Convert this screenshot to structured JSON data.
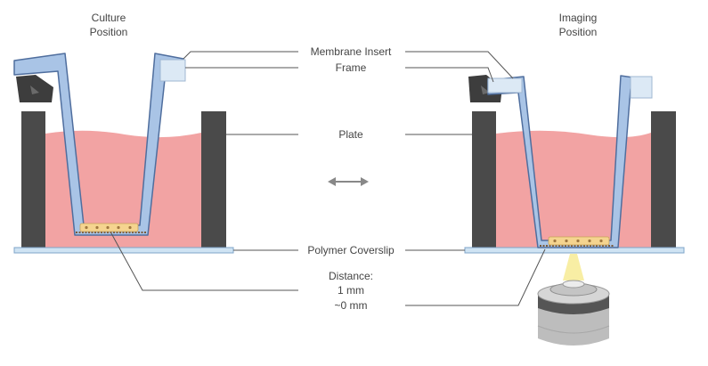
{
  "diagram": {
    "left_title_line1": "Culture",
    "left_title_line2": "Position",
    "right_title_line1": "Imaging",
    "right_title_line2": "Position",
    "label_membrane_insert": "Membrane Insert",
    "label_frame": "Frame",
    "label_plate": "Plate",
    "label_polymer_coverslip": "Polymer Coverslip",
    "label_distance": "Distance:",
    "label_distance_culture": "1 mm",
    "label_distance_imaging": "~0 mm"
  },
  "colors": {
    "medium": "#f2a3a3",
    "plate_wall": "#4a4a4a",
    "insert": "#a9c4e6",
    "insert_outline": "#4f6e9e",
    "coverslip": "#cfe3f3",
    "cells": "#f5d48f",
    "light_beam": "#f7ec9a",
    "objective": "#bdbdbd",
    "leader_line": "#555555"
  },
  "icons": {
    "move_arrow": "double-headed-arrow-icon"
  }
}
